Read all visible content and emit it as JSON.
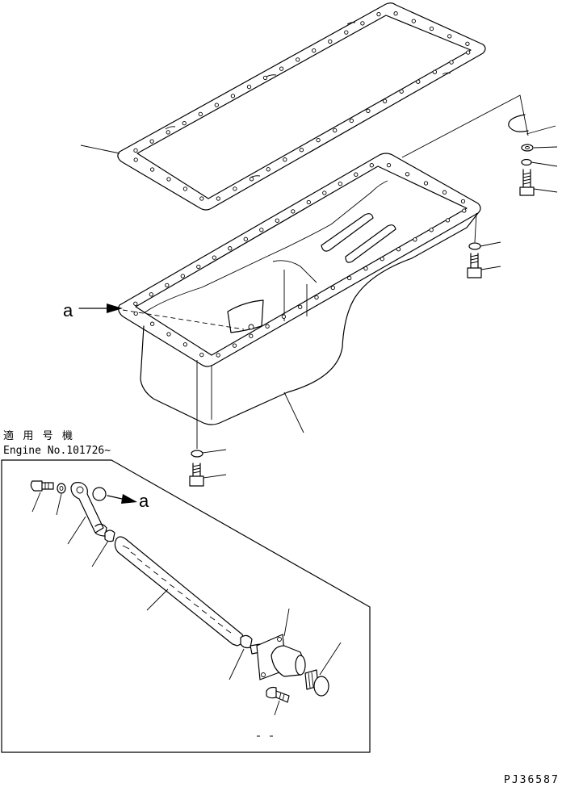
{
  "callouts": {
    "point_a_main": "a",
    "point_a_detail": "a"
  },
  "applicability": {
    "line1": "適用号機",
    "line2": "Engine No.101726~"
  },
  "drawing_number": "PJ36587"
}
